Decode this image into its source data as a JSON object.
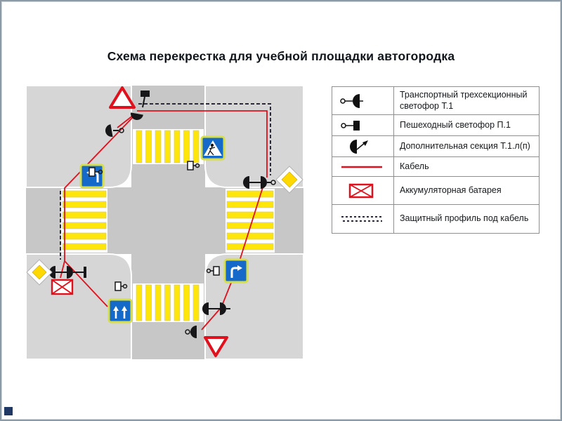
{
  "title": "Схема перекрестка для учебной площадки автогородка",
  "legend": {
    "rows": [
      {
        "icon": "transport-light-t1-icon",
        "label": "Транспортный  трехсекционный светофор Т.1"
      },
      {
        "icon": "pedestrian-light-p1-icon",
        "label": "Пешеходный светофор П.1"
      },
      {
        "icon": "additional-section-icon",
        "label": "Дополнительная секция Т.1.л(п)"
      },
      {
        "icon": "cable-icon",
        "label": "Кабель"
      },
      {
        "icon": "battery-icon",
        "label": "Аккумуляторная батарея"
      },
      {
        "icon": "protective-profile-icon",
        "label": "Защитный профиль под кабель"
      }
    ]
  },
  "colors": {
    "cable_red": "#e0101c",
    "crosswalk_yellow": "#ffe60a",
    "sign_blue": "#1569c8",
    "sign_border_lime": "#d6de4b",
    "priority_yellow": "#ffd800",
    "road_gray": "#c7c7c7",
    "block_gray": "#d6d6d6",
    "frame_gray": "#8c9ba6"
  }
}
